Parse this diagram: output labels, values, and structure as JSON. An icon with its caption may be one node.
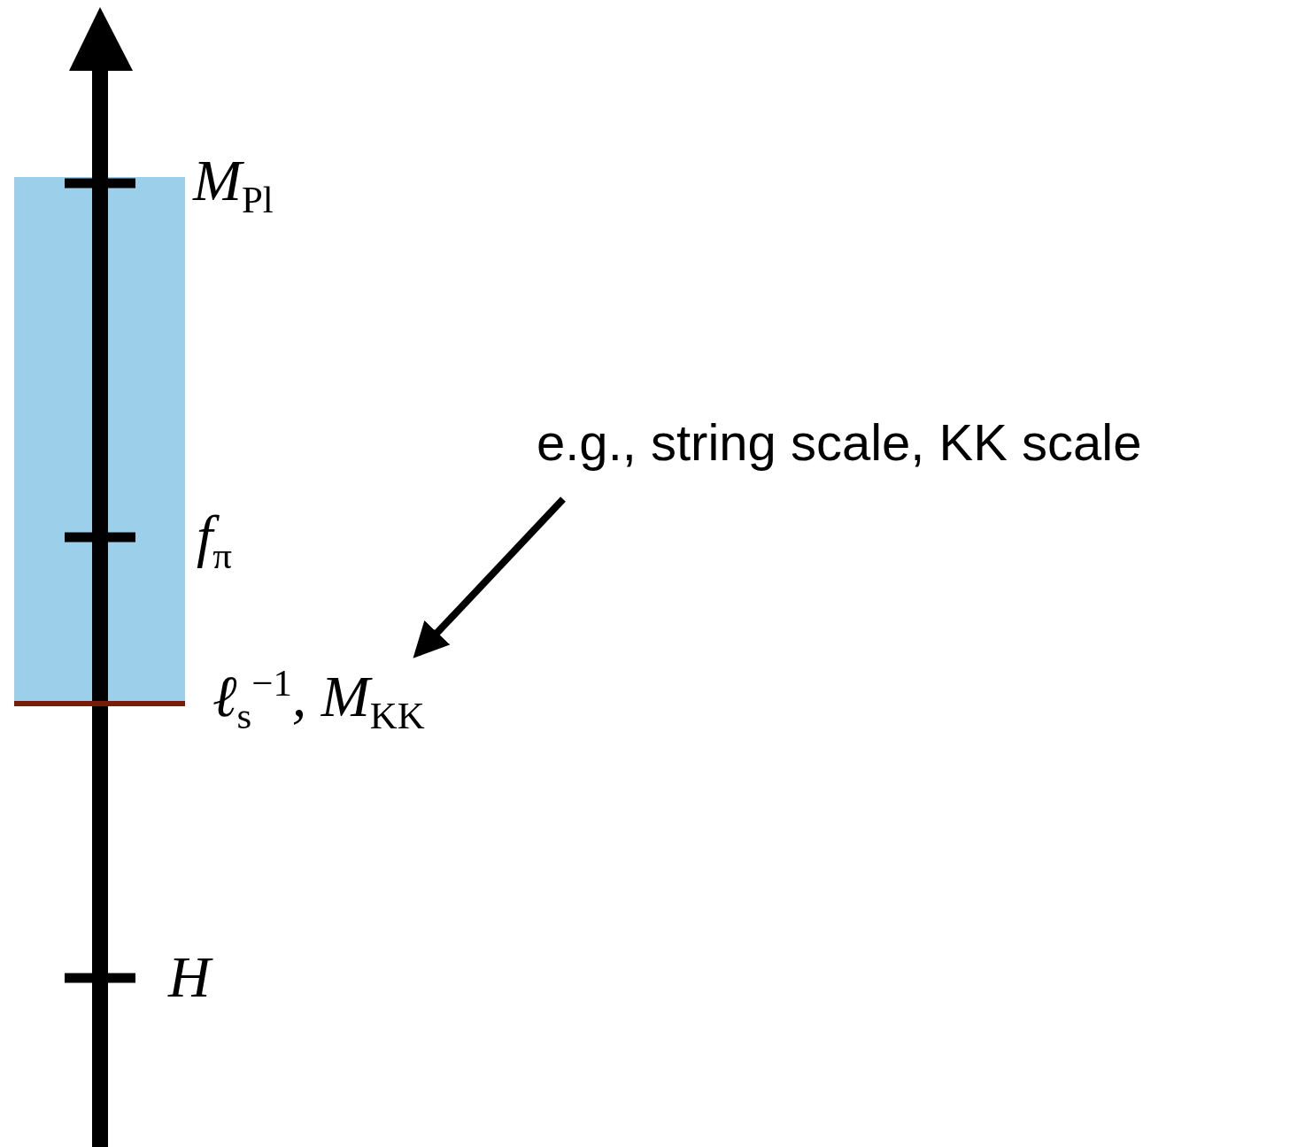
{
  "diagram": {
    "nodes": [
      {
        "text": [
          "e.g., string scale, KK scale"
        ]
      },
      {
        "text": [
          "ℓ$_{s}$$^{−1}$, M$_{KK}$"
        ]
      }
    ],
    "edges": [
      {
        "from": 0,
        "to": 1,
        "arrow": "to"
      }
    ],
    "labels": [
      "M$_{Pl}$",
      "f$_{π}$",
      "H"
    ]
  }
}
